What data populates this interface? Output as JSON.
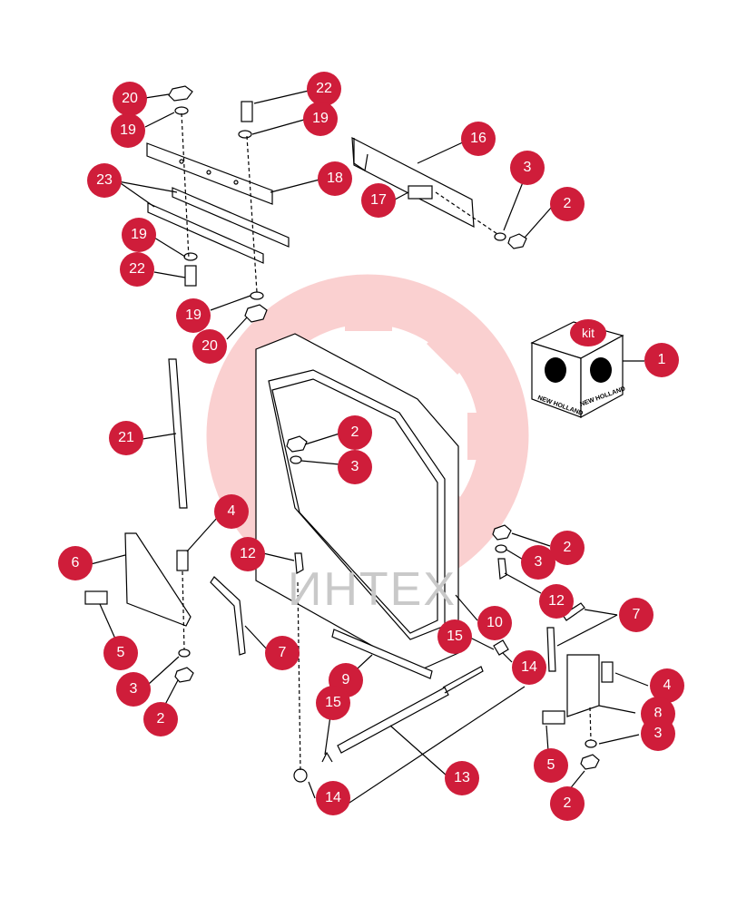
{
  "diagram": {
    "watermark": "ИНТЕХ",
    "kit_label": "kit",
    "brand": "NEW HOLLAND",
    "callouts": [
      {
        "id": "c20a",
        "label": "20"
      },
      {
        "id": "c19a",
        "label": "19"
      },
      {
        "id": "c22a",
        "label": "22"
      },
      {
        "id": "c19b",
        "label": "19"
      },
      {
        "id": "c16",
        "label": "16"
      },
      {
        "id": "c23",
        "label": "23"
      },
      {
        "id": "c18",
        "label": "18"
      },
      {
        "id": "c3a",
        "label": "3"
      },
      {
        "id": "c17",
        "label": "17"
      },
      {
        "id": "c2a",
        "label": "2"
      },
      {
        "id": "c19c",
        "label": "19"
      },
      {
        "id": "c22b",
        "label": "22"
      },
      {
        "id": "c19d",
        "label": "19"
      },
      {
        "id": "c20b",
        "label": "20"
      },
      {
        "id": "c1",
        "label": "1"
      },
      {
        "id": "c21",
        "label": "21"
      },
      {
        "id": "c2b",
        "label": "2"
      },
      {
        "id": "c3b",
        "label": "3"
      },
      {
        "id": "c4a",
        "label": "4"
      },
      {
        "id": "c6",
        "label": "6"
      },
      {
        "id": "c12a",
        "label": "12"
      },
      {
        "id": "c2c",
        "label": "2"
      },
      {
        "id": "c3c",
        "label": "3"
      },
      {
        "id": "c12b",
        "label": "12"
      },
      {
        "id": "c7a",
        "label": "7"
      },
      {
        "id": "c10",
        "label": "10"
      },
      {
        "id": "c5a",
        "label": "5"
      },
      {
        "id": "c7b",
        "label": "7"
      },
      {
        "id": "c15a",
        "label": "15"
      },
      {
        "id": "c14a",
        "label": "14"
      },
      {
        "id": "c9",
        "label": "9"
      },
      {
        "id": "c3d",
        "label": "3"
      },
      {
        "id": "c4b",
        "label": "4"
      },
      {
        "id": "c2d",
        "label": "2"
      },
      {
        "id": "c15b",
        "label": "15"
      },
      {
        "id": "c8",
        "label": "8"
      },
      {
        "id": "c3e",
        "label": "3"
      },
      {
        "id": "c13",
        "label": "13"
      },
      {
        "id": "c5b",
        "label": "5"
      },
      {
        "id": "c14b",
        "label": "14"
      },
      {
        "id": "c2e",
        "label": "2"
      }
    ]
  }
}
